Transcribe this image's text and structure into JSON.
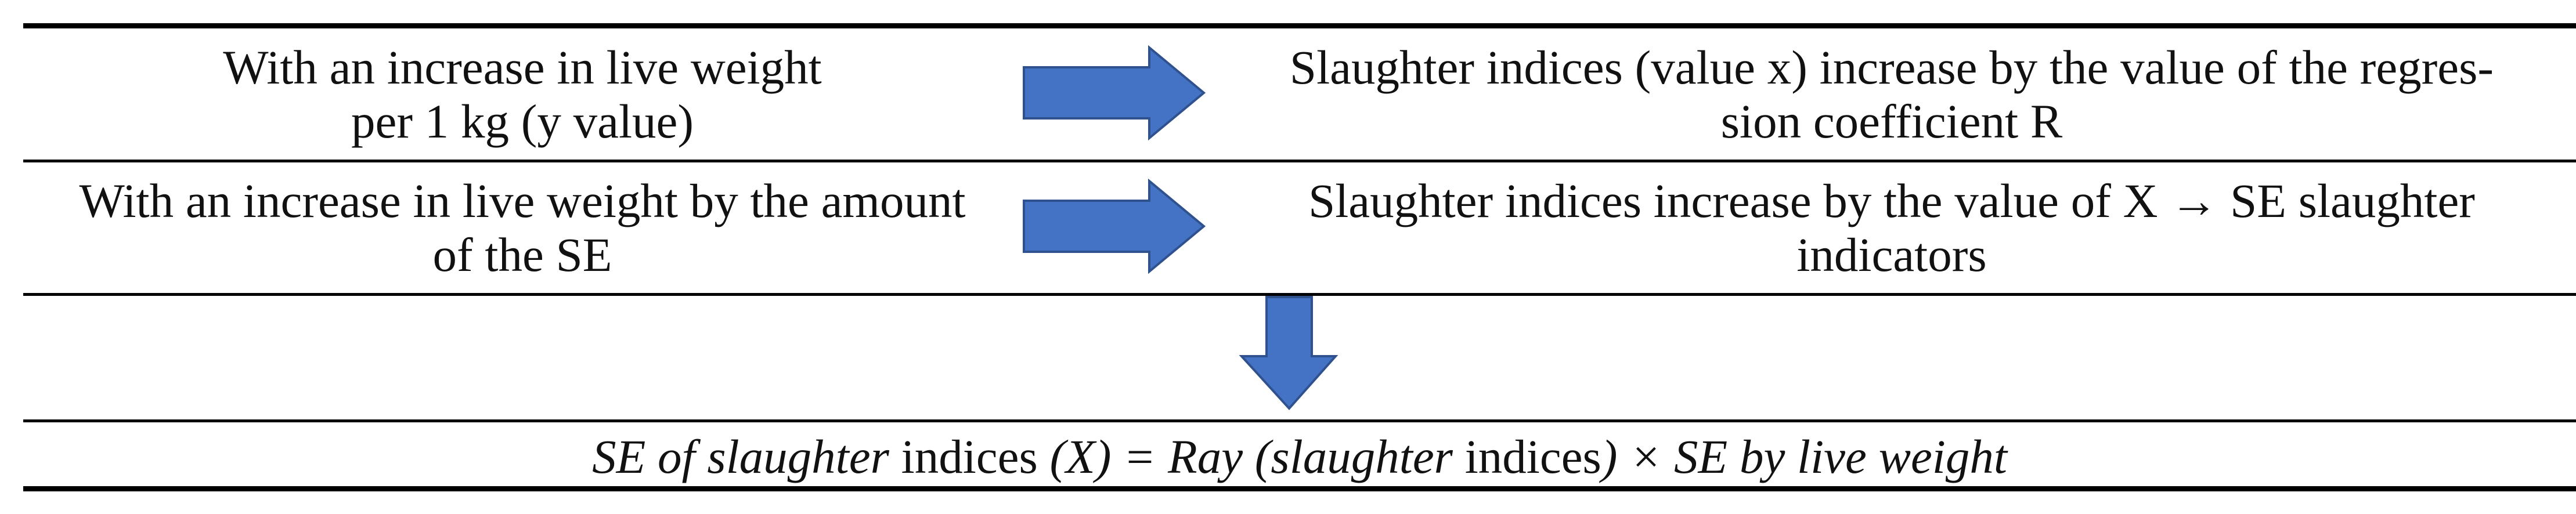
{
  "rows": [
    {
      "left": [
        "With an increase in live weight",
        "per 1 kg (y value)"
      ],
      "right": [
        "Slaughter indices (value x) increase by the value of the regres-",
        "sion coefficient R"
      ]
    },
    {
      "left": [
        "With an increase in live weight by the amount",
        "of the SE"
      ],
      "right": [
        "Slaughter indices increase by the value of X → SE slaughter",
        "indicators"
      ]
    }
  ],
  "formula": {
    "p1": "SE of slaughter",
    "p2": " indices ",
    "p3": "(X) = Ray (slaughter",
    "p4": " indices",
    "p5": ") × ",
    "p6": "SE by live weight"
  },
  "colors": {
    "arrow_fill": "#4472C4",
    "arrow_stroke": "#2F528F"
  },
  "icons": [
    "arrow-right-icon",
    "arrow-right-icon",
    "arrow-down-icon"
  ]
}
